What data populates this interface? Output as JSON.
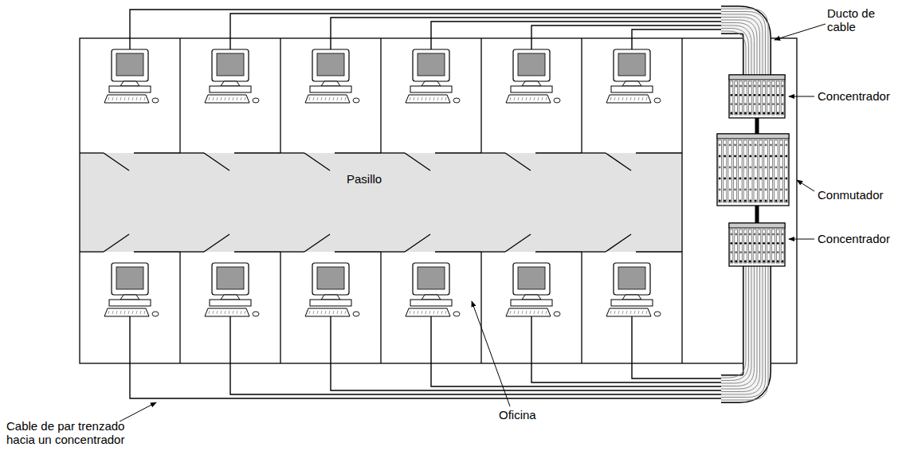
{
  "diagram": {
    "nodes": [
      {
        "text": [
          "Pasillo"
        ]
      }
    ],
    "labels": [
      "Ducto de cable",
      "Concentrador",
      "Conmutador",
      "Concentrador",
      "Oficina",
      "Cable de par trenzado hacia un concentrador"
    ]
  }
}
